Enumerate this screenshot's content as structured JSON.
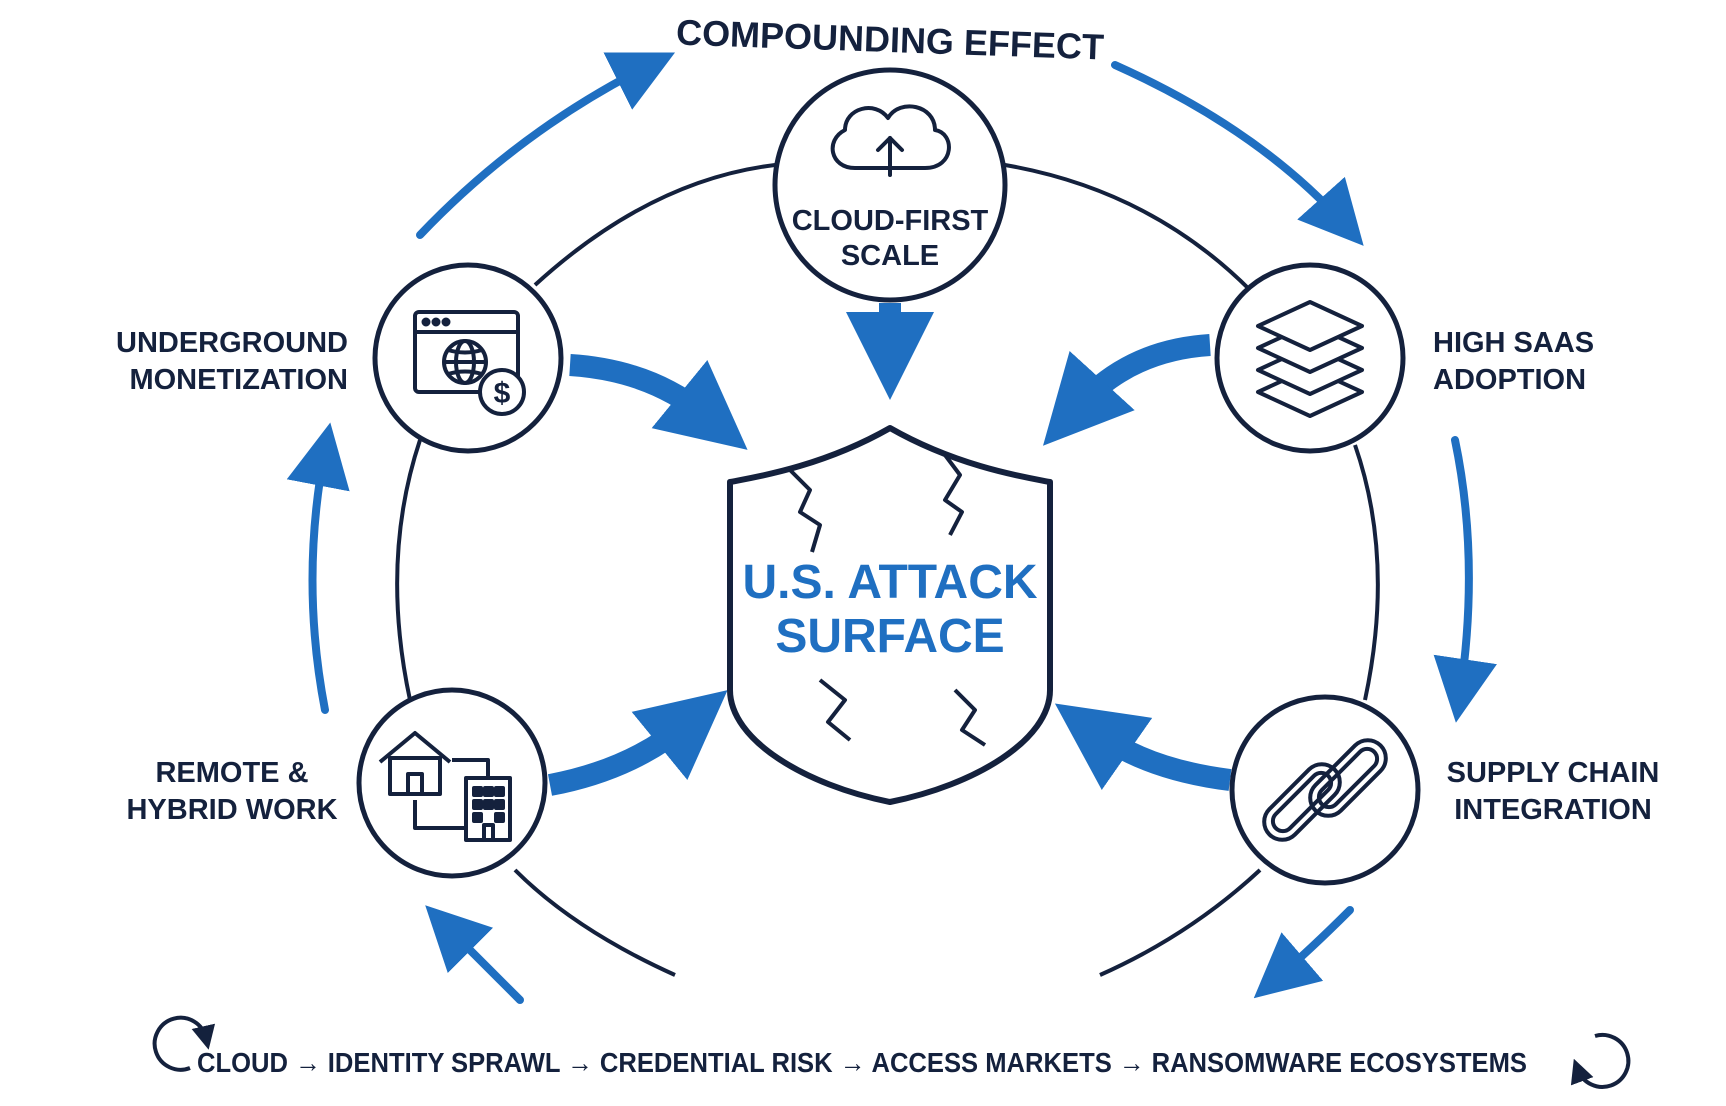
{
  "title": "COMPOUNDING EFFECT",
  "center": {
    "line1": "U.S. ATTACK",
    "line2": "SURFACE"
  },
  "nodes": {
    "cloud": {
      "line1": "CLOUD-FIRST",
      "line2": "SCALE",
      "icon": "cloud-upload-icon"
    },
    "saas": {
      "line1": "HIGH SAAS",
      "line2": "ADOPTION",
      "icon": "layers-icon"
    },
    "supply": {
      "line1": "SUPPLY CHAIN",
      "line2": "INTEGRATION",
      "icon": "chain-link-icon"
    },
    "remote": {
      "line1": "REMOTE &",
      "line2": "HYBRID WORK",
      "icon": "home-office-icon"
    },
    "underground": {
      "line1": "UNDERGROUND",
      "line2": "MONETIZATION",
      "icon": "web-dollar-icon"
    }
  },
  "footer": {
    "chain": "CLOUD → IDENTITY SPRAWL → CREDENTIAL RISK → ACCESS MARKETS → RANSOMWARE ECOSYSTEMS"
  },
  "colors": {
    "navy": "#14213d",
    "blue": "#1f6fc1"
  }
}
